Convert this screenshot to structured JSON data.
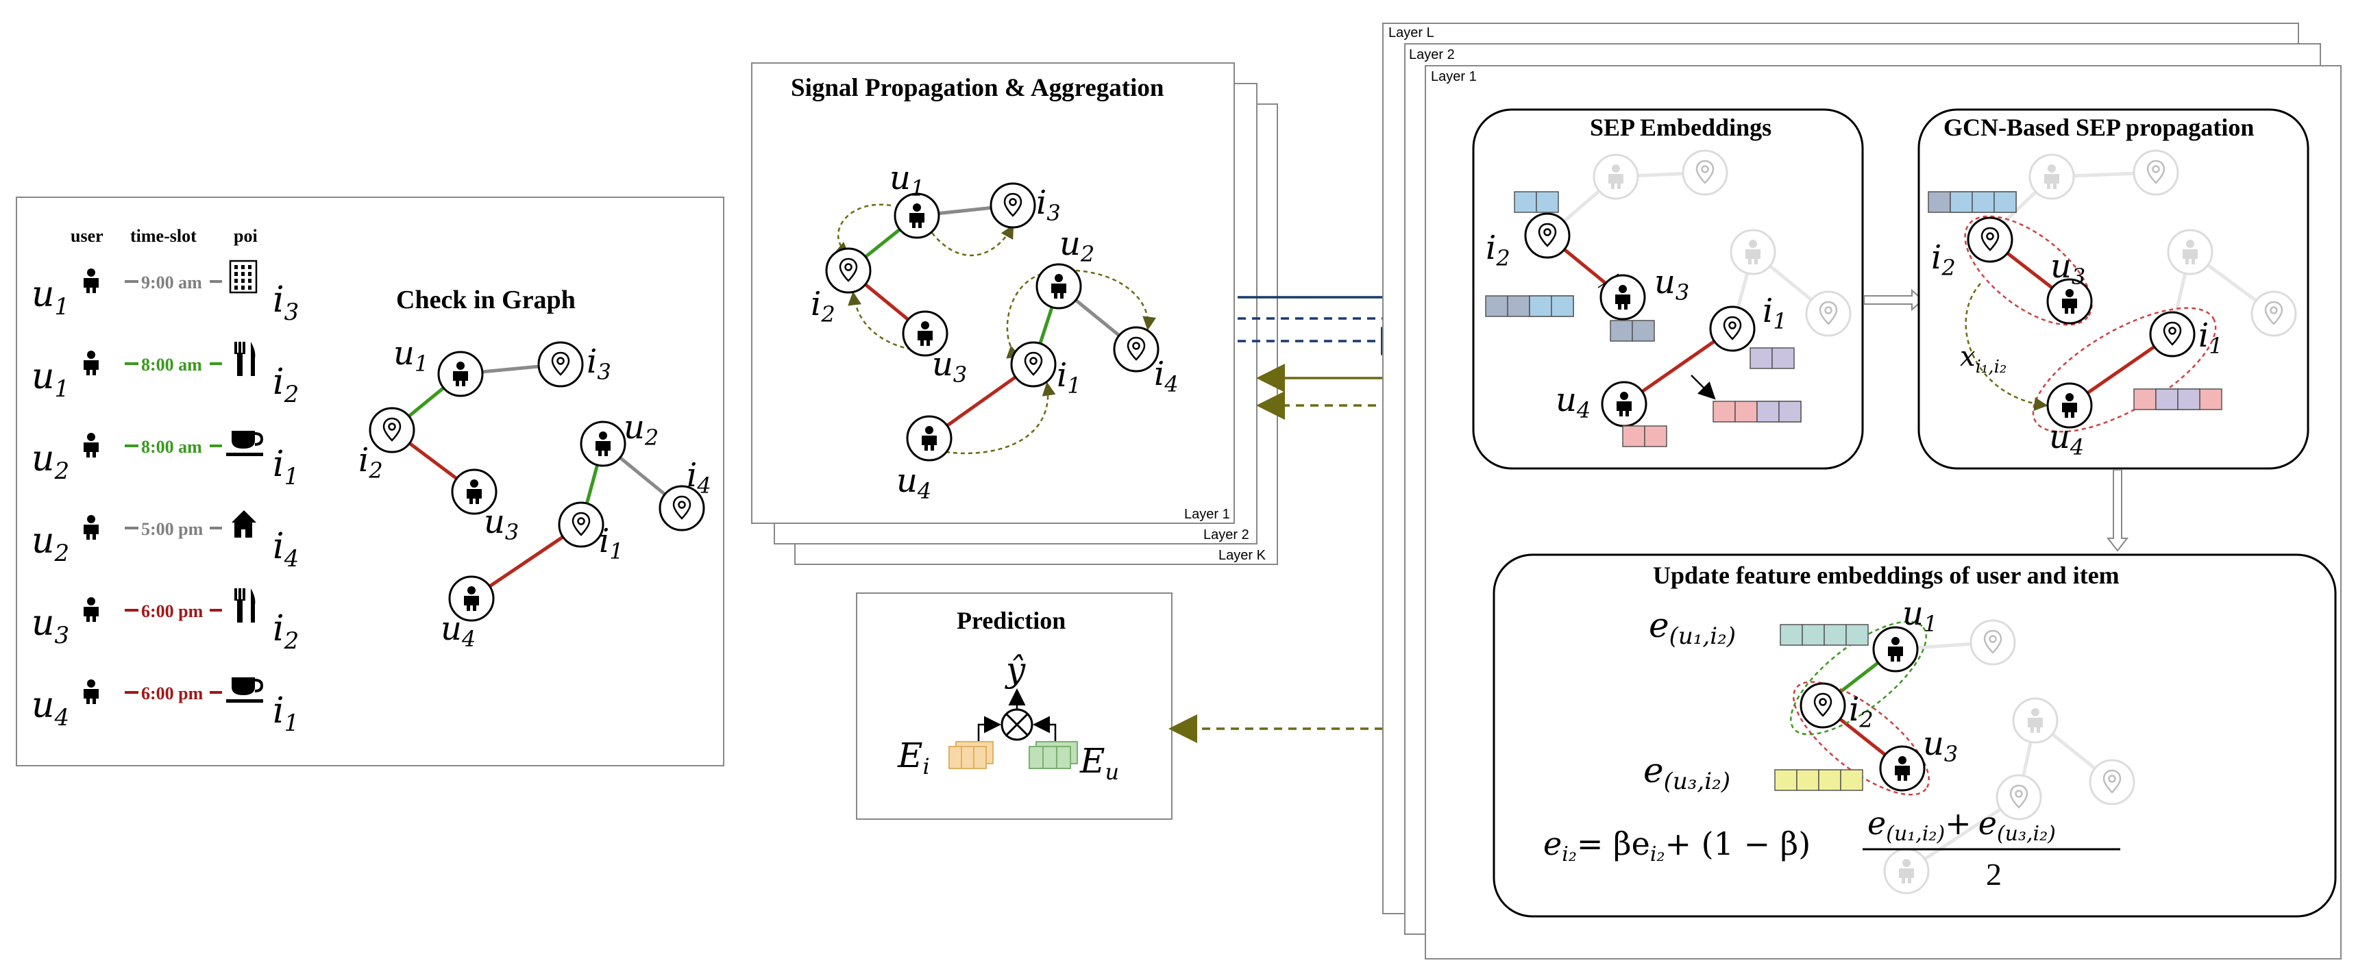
{
  "checkin_table": {
    "headers": {
      "user": "user",
      "time_slot": "time-slot",
      "poi": "poi"
    },
    "rows": [
      {
        "u": "u",
        "u_sub": "1",
        "time": "9:00 am",
        "color": "#808080",
        "poi_icon": "building-icon",
        "i": "i",
        "i_sub": "3"
      },
      {
        "u": "u",
        "u_sub": "1",
        "time": "8:00 am",
        "color": "#3a9a1e",
        "poi_icon": "fork-knife-icon",
        "i": "i",
        "i_sub": "2"
      },
      {
        "u": "u",
        "u_sub": "2",
        "time": "8:00 am",
        "color": "#3a9a1e",
        "poi_icon": "coffee-cup-icon",
        "i": "i",
        "i_sub": "1"
      },
      {
        "u": "u",
        "u_sub": "2",
        "time": "5:00 pm",
        "color": "#808080",
        "poi_icon": "house-icon",
        "i": "i",
        "i_sub": "4"
      },
      {
        "u": "u",
        "u_sub": "3",
        "time": "6:00 pm",
        "color": "#a01818",
        "poi_icon": "fork-knife-icon",
        "i": "i",
        "i_sub": "2"
      },
      {
        "u": "u",
        "u_sub": "4",
        "time": "6:00 pm",
        "color": "#a01818",
        "poi_icon": "coffee-cup-icon",
        "i": "i",
        "i_sub": "1"
      }
    ]
  },
  "check_in_graph": {
    "title": "Check in Graph"
  },
  "signal_panel": {
    "title": "Signal Propagation & Aggregation",
    "layer_labels": [
      "Layer 1",
      "Layer 2",
      "Layer K"
    ]
  },
  "prediction_panel": {
    "title": "Prediction",
    "y_hat": "ŷ",
    "E_i": "E",
    "E_i_sub": "i",
    "E_u": "E",
    "E_u_sub": "u"
  },
  "layer_stack": {
    "labels": [
      "Layer L",
      "Layer 2",
      "Layer 1"
    ]
  },
  "sep_embeddings": {
    "title": "SEP Embeddings"
  },
  "gcn_panel": {
    "title": "GCN-Based SEP propagation",
    "x_label": "x",
    "x_sub": "i₁,i₂"
  },
  "update_panel": {
    "title": "Update feature embeddings of user and item",
    "e1_label": "e",
    "e1_sub": "(u₁,i₂)",
    "e3_label": "e",
    "e3_sub": "(u₃,i₂)",
    "formula_lhs": "e",
    "formula_lhs_sub": "i₂",
    "formula_mid": "= βe",
    "formula_mid_sub": "i₂",
    "formula_plus": "+ (1 − β)",
    "frac_num_a": "e",
    "frac_num_a_sub": "(u₁,i₂)",
    "frac_num_plus": "+",
    "frac_num_b": "e",
    "frac_num_b_sub": "(u₃,i₂)",
    "frac_den": "2"
  },
  "node_labels": {
    "u": "u",
    "i": "i"
  },
  "colors": {
    "green_edge": "#3a9a1e",
    "red_edge": "#b8281c",
    "gray_edge": "#8a8a8a",
    "navy_arrow": "#1a3a6e",
    "olive_arrow": "#6b6a12",
    "blue_block": "#a9cfe8",
    "slate_block": "#a8b4c8",
    "lavender_block": "#c9c3e0",
    "pink_block": "#f3b6b6",
    "teal_block": "#b9dcd6",
    "yellow_block": "#f1f09a",
    "orange_block": "#f7d9a8",
    "green_block": "#bfe0b8"
  }
}
